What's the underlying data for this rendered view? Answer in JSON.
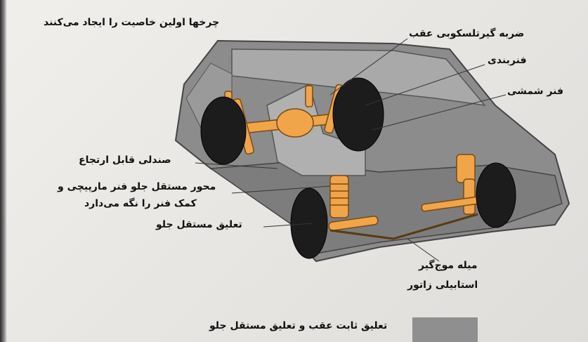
{
  "labels": {
    "top_left": "چرخها اولین خاصیت را ایجاد می‌کنند",
    "shock_absorber": "ضربه گیرتلسکوبی عقب",
    "springing": "فنربندی",
    "leaf_spring": "فنر شمشی",
    "seat": "صندلی قابل ارتجاع",
    "front_axle_line1": "محور مستقل جلو فنر مارپیچی و",
    "front_axle_line2": "کمک فنر را نگه می‌دارد",
    "front_suspension": "تعلیق مستقل جلو",
    "stabilizer_line1": "میله موج‌گیر",
    "stabilizer_line2": "استابیلی زاتور",
    "caption": "تعلیق ثابت عقب و تعلیق مستقل جلو"
  },
  "colors": {
    "car_body": "#8c8c8c",
    "suspension": "#f0a54a",
    "tire": "#1c1c1c",
    "text": "#111111"
  }
}
